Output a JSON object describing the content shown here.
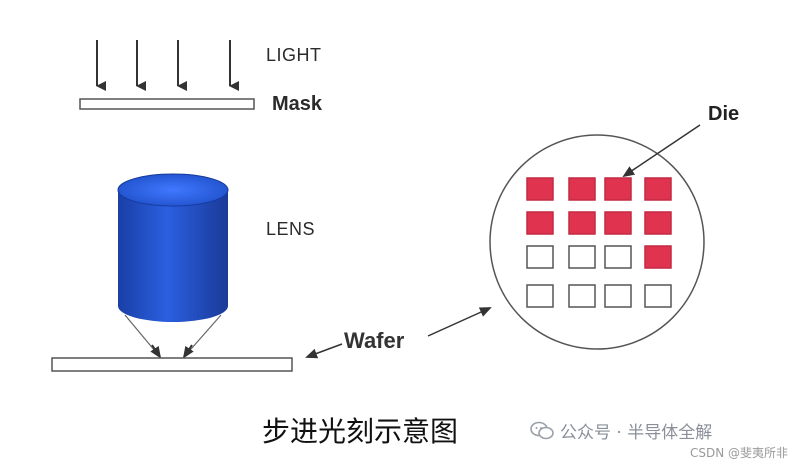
{
  "labels": {
    "light": "LIGHT",
    "mask": "Mask",
    "lens": "LENS",
    "wafer": "Wafer",
    "die": "Die"
  },
  "caption": "步进光刻示意图",
  "watermark": {
    "icon": "wechat-icon",
    "text": "公众号 · 半导体全解"
  },
  "credit": "CSDN @斐夷所非",
  "colors": {
    "lens_blue": "#1d4fc4",
    "die_exposed": "#e0334f",
    "outline": "#555555"
  },
  "die_grid": {
    "rows": [
      [
        "exposed",
        "exposed",
        "exposed",
        "exposed"
      ],
      [
        "exposed",
        "exposed",
        "exposed",
        "exposed"
      ],
      [
        "empty",
        "empty",
        "empty",
        "exposed"
      ],
      [
        "empty",
        "empty",
        "empty",
        "empty"
      ]
    ]
  }
}
